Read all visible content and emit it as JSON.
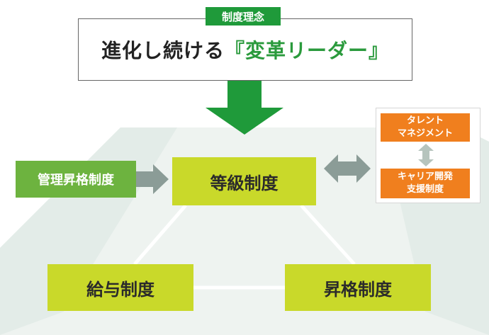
{
  "philosophy": {
    "tag": "制度理念",
    "prefix": "進化し続ける",
    "highlight": "『変革リーダー』"
  },
  "boxes": {
    "management_promotion": "管理昇格制度",
    "grade_system": "等級制度",
    "pay_system": "給与制度",
    "promotion_system": "昇格制度",
    "talent_management": "タレント\nマネジメント",
    "career_support": "キャリア開発\n支援制度"
  },
  "colors": {
    "green_dark": "#1f9a3a",
    "green_lime": "#c9d92a",
    "green_mid": "#6db33f",
    "orange": "#f07f1e",
    "platform": "#eef3f0",
    "arrow_gray": "#8b9c97"
  }
}
